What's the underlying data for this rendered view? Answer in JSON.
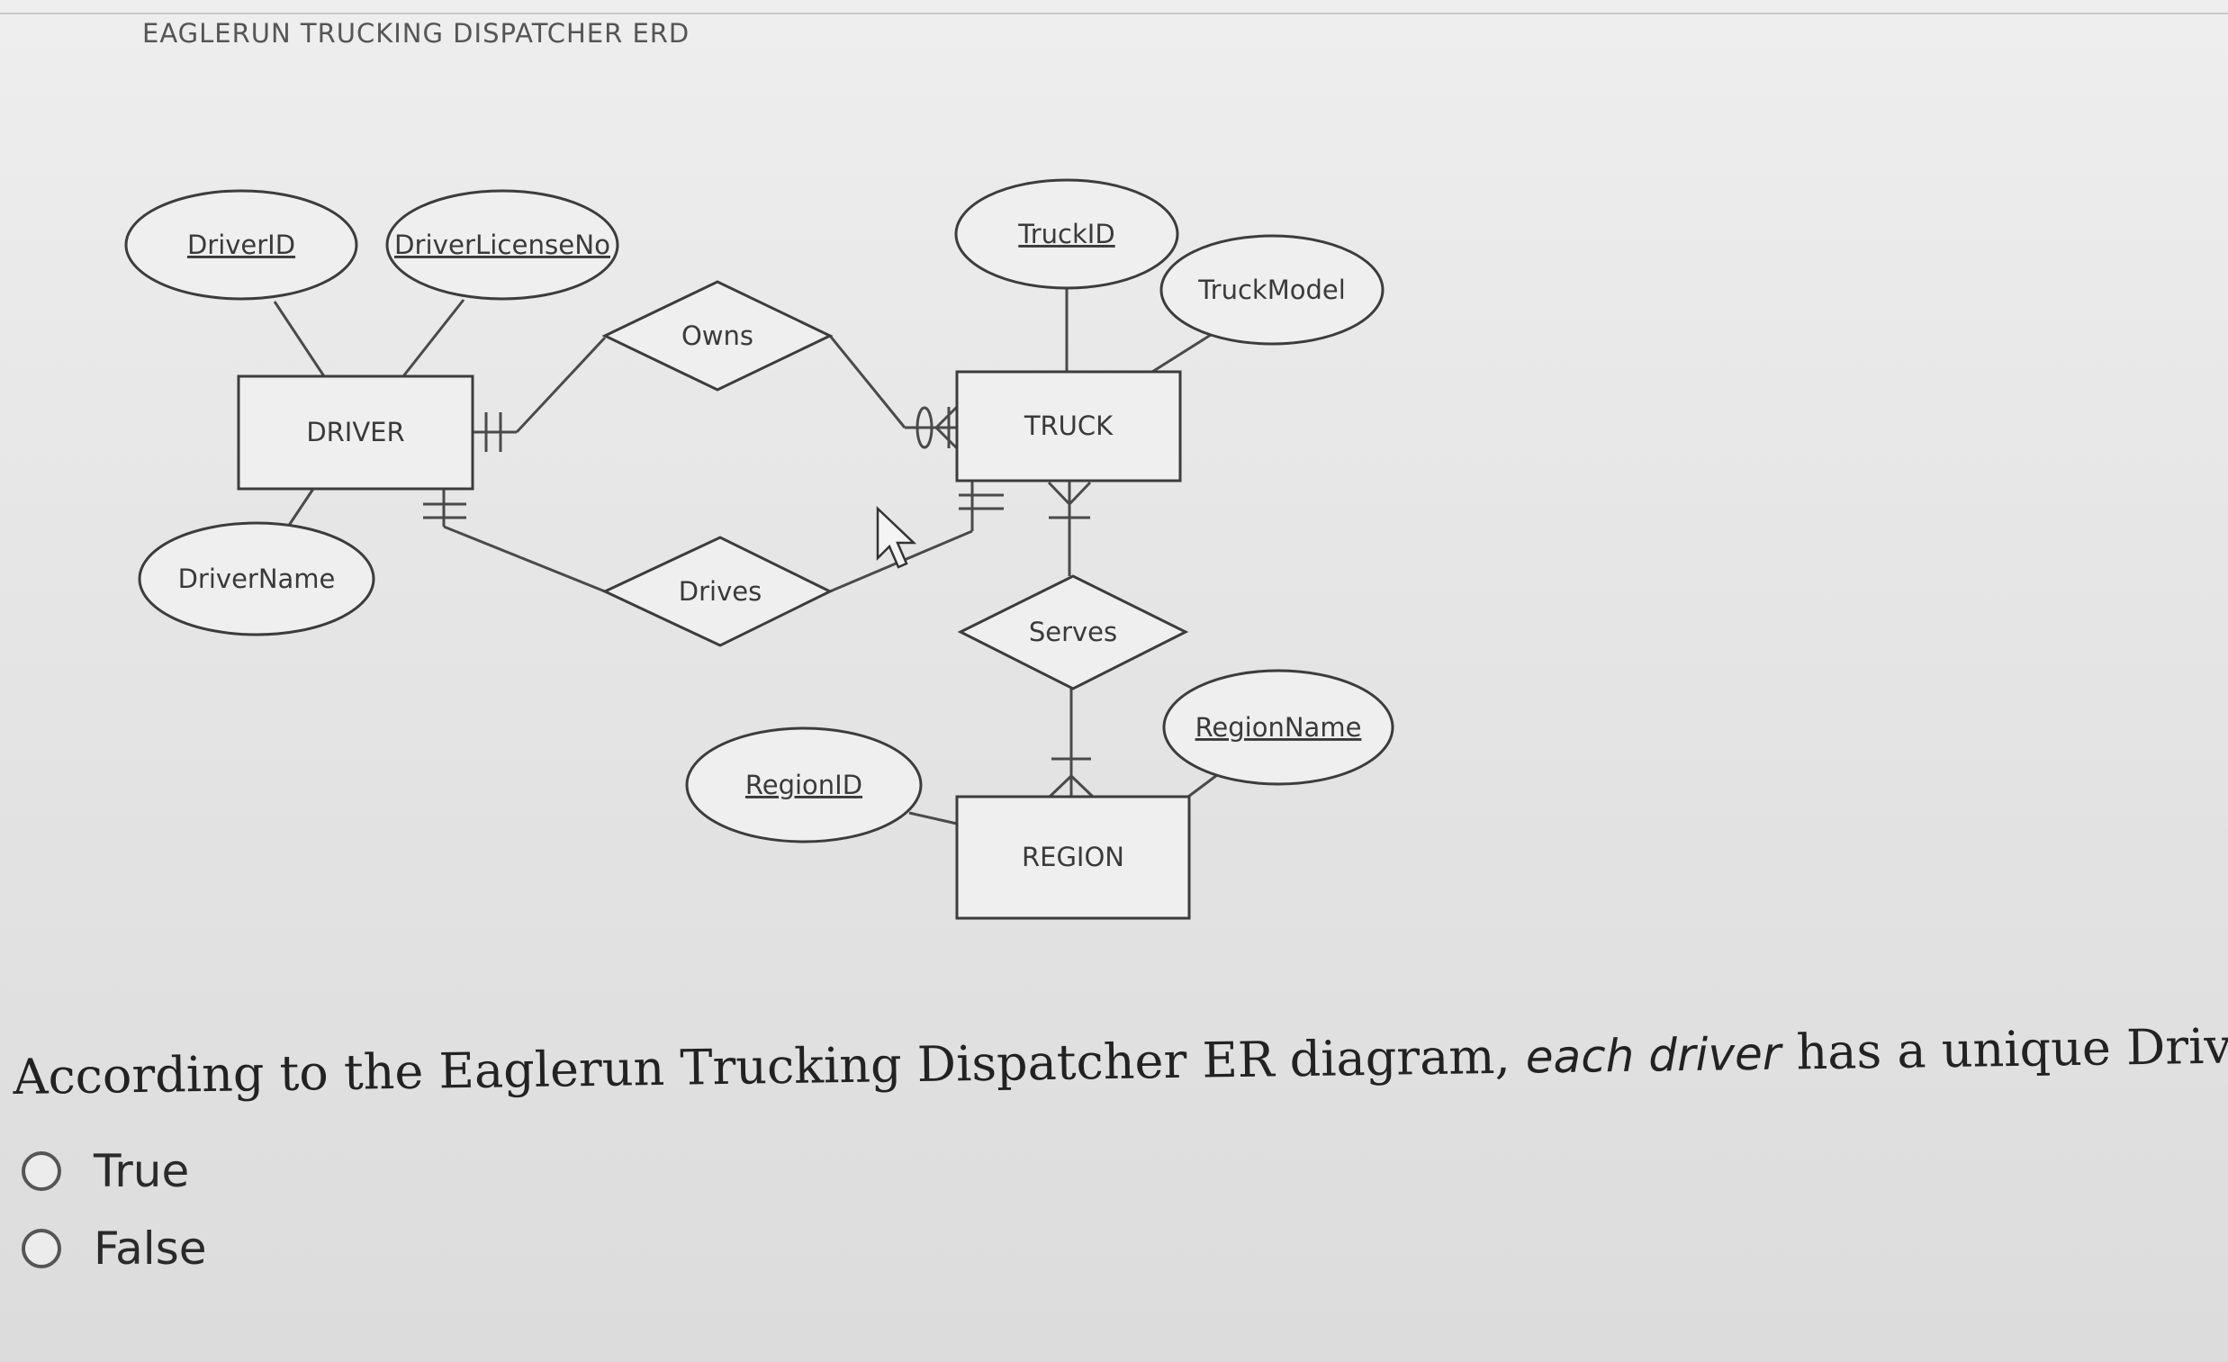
{
  "diagram": {
    "title": "EAGLERUN TRUCKING DISPATCHER ERD",
    "entities": {
      "driver": "DRIVER",
      "truck": "TRUCK",
      "region": "REGION"
    },
    "attributes": {
      "driver_id": "DriverID",
      "driver_license_no": "DriverLicenseNo",
      "driver_name": "DriverName",
      "truck_id": "TruckID",
      "truck_model": "TruckModel",
      "region_id": "RegionID",
      "region_name": "RegionName"
    },
    "relationships": {
      "owns": "Owns",
      "drives": "Drives",
      "serves": "Serves"
    }
  },
  "question": {
    "text_before": "According to the Eaglerun Trucking Dispatcher ER diagram, ",
    "emphasis": "each driver",
    "text_after": " has a unique DriverName value.",
    "options": [
      {
        "label": "True",
        "selected": false
      },
      {
        "label": "False",
        "selected": false
      }
    ]
  }
}
